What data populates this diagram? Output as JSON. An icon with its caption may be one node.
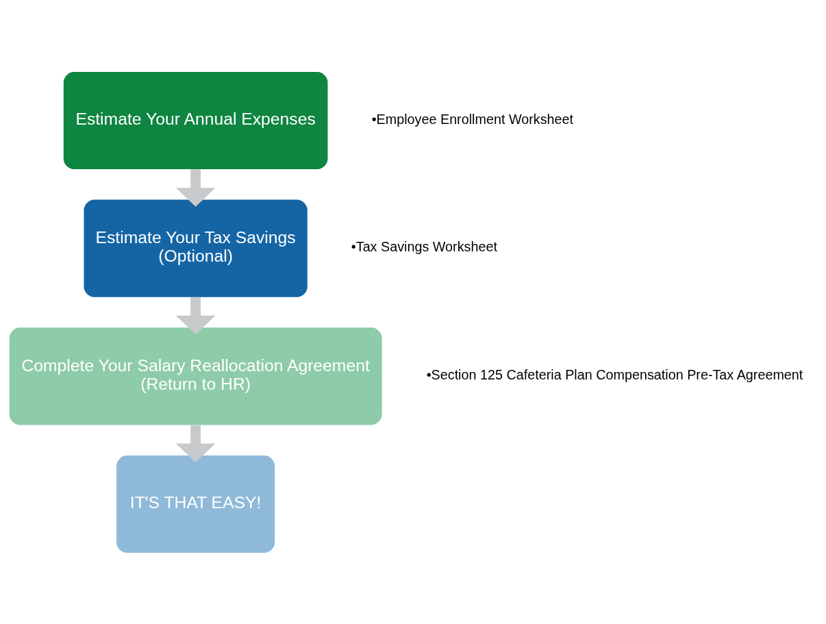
{
  "diagram": {
    "nodes": [
      {
        "text": [
          "Estimate Your Annual Expenses"
        ],
        "beside": [
          "•Employee Enrollment Worksheet"
        ]
      },
      {
        "text": [
          "Estimate Your Tax Savings",
          "(Optional)"
        ],
        "beside": [
          "•Tax Savings Worksheet"
        ]
      },
      {
        "text": [
          "Complete Your Salary Reallocation Agreement",
          "(Return to HR)"
        ],
        "beside": [
          "•Section 125 Cafeteria Plan Compensation Pre-Tax Agreement"
        ]
      },
      {
        "text": [
          "IT'S THAT EASY!"
        ]
      }
    ],
    "edges": [
      {
        "from": 0,
        "to": 1,
        "arrow": "to"
      },
      {
        "from": 1,
        "to": 2,
        "arrow": "to"
      },
      {
        "from": 2,
        "to": 3,
        "arrow": "to"
      }
    ]
  }
}
